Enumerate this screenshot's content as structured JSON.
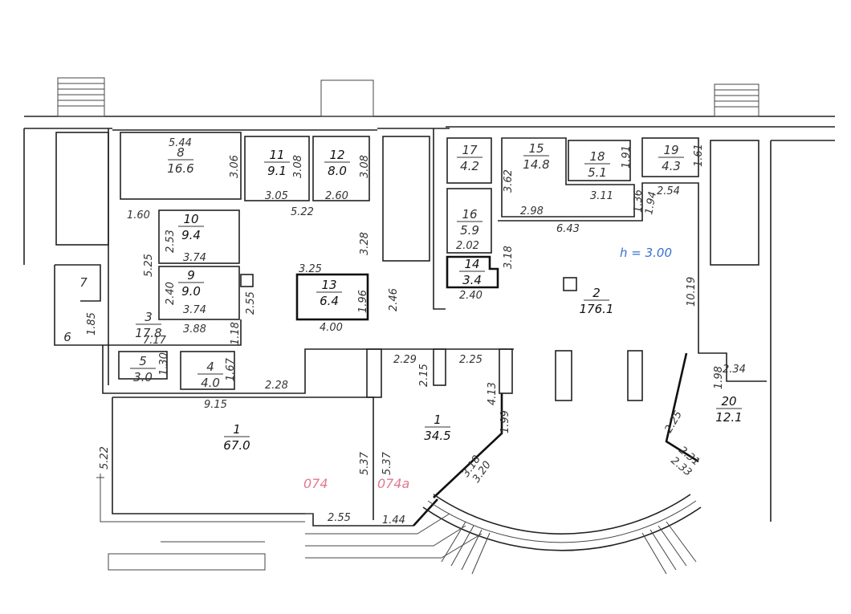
{
  "plan": {
    "ceiling_height": "h = 3.00",
    "units": [
      "074",
      "074a"
    ],
    "colors": {
      "lines": "#222222",
      "height_label": "#3a6fd0",
      "unit_label": "#e07890"
    }
  },
  "rooms": [
    {
      "number": "8",
      "area": "16.6"
    },
    {
      "number": "11",
      "area": "9.1"
    },
    {
      "number": "12",
      "area": "8.0"
    },
    {
      "number": "10",
      "area": "9.4"
    },
    {
      "number": "9",
      "area": "9.0"
    },
    {
      "number": "13",
      "area": "6.4"
    },
    {
      "number": "3",
      "area": "17.8"
    },
    {
      "number": "5",
      "area": "3.0"
    },
    {
      "number": "4",
      "area": "4.0"
    },
    {
      "number": "1",
      "area": "67.0"
    },
    {
      "number": "1",
      "area": "34.5"
    },
    {
      "number": "17",
      "area": "4.2"
    },
    {
      "number": "16",
      "area": "5.9"
    },
    {
      "number": "14",
      "area": "3.4"
    },
    {
      "number": "15",
      "area": "14.8"
    },
    {
      "number": "18",
      "area": "5.1"
    },
    {
      "number": "19",
      "area": "4.3"
    },
    {
      "number": "2",
      "area": "176.1"
    },
    {
      "number": "20",
      "area": "12.1"
    }
  ],
  "wc_labels": [
    "7",
    "6"
  ],
  "dims": [
    "5.44",
    "3.06",
    "3.08",
    "3.08",
    "3.05",
    "2.60",
    "5.22",
    "1.60",
    "2.53",
    "3.74",
    "3.28",
    "5.25",
    "3.25",
    "2.40",
    "3.74",
    "1.96",
    "2.55",
    "2.46",
    "4.00",
    "1.85",
    "7.17",
    "3.88",
    "1.18",
    "1.30",
    "1.67",
    "2.28",
    "9.15",
    "5.22",
    "5.37",
    "5.37",
    "2.55",
    "1.44",
    "2.29",
    "2.15",
    "2.25",
    "4.13",
    "1.99",
    "3.18",
    "3.20",
    "3.62",
    "2.98",
    "3.11",
    "1.36",
    "1.94",
    "2.54",
    "1.91",
    "1.61",
    "6.43",
    "2.02",
    "3.18",
    "2.40",
    "10.19",
    "1.98",
    "2.34",
    "2.25",
    "2.31",
    "2.33"
  ]
}
